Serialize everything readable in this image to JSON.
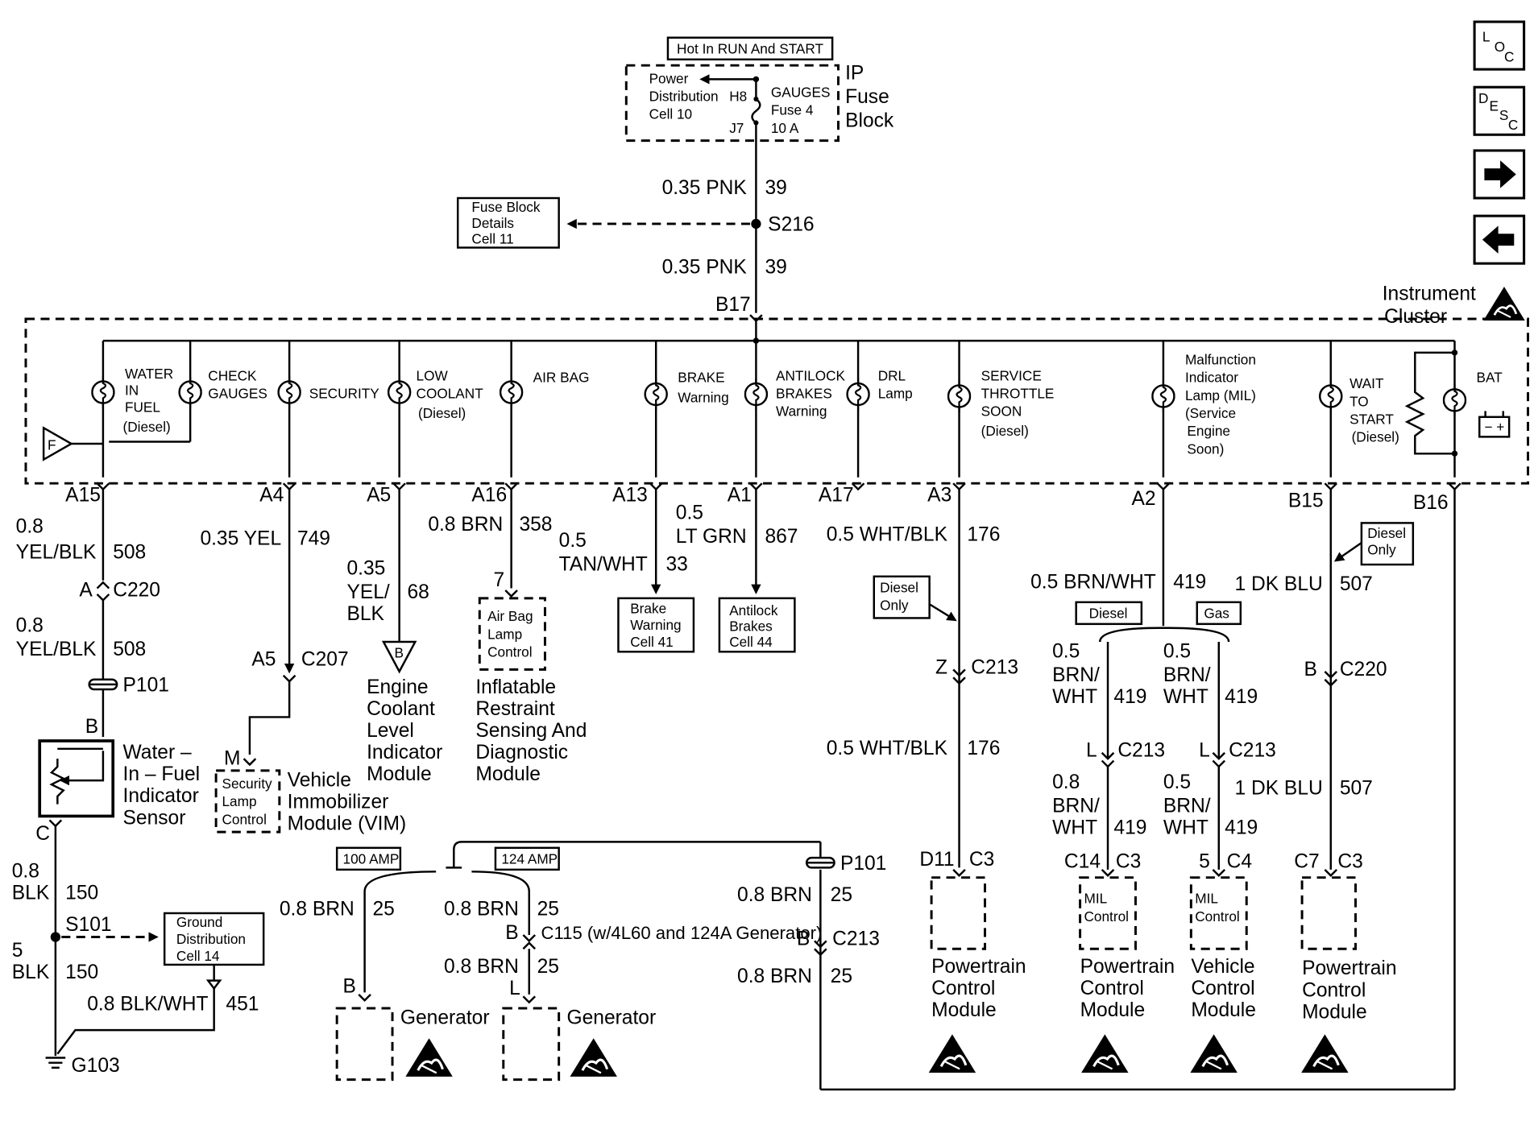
{
  "top": {
    "hot_label": "Hot In RUN And START",
    "fuse_block_title": [
      "IP",
      "Fuse",
      "Block"
    ],
    "power_distribution": [
      "Power",
      "Distribution",
      "Cell 10"
    ],
    "h8": "H8",
    "j7": "J7",
    "gauges_fuse": [
      "GAUGES",
      "Fuse 4",
      "10 A"
    ],
    "wire_upper": "0.35 PNK",
    "circuit_upper": "39",
    "splice_s216": "S216",
    "fuse_details": [
      "Fuse Block",
      "Details",
      "Cell 11"
    ],
    "wire_lower": "0.35 PNK",
    "circuit_lower": "39",
    "b17": "B17"
  },
  "cluster": {
    "name": [
      "Instrument",
      "Cluster"
    ],
    "lamps": {
      "water": [
        "WATER",
        "IN",
        "FUEL",
        "(Diesel)"
      ],
      "check": [
        "CHECK",
        "GAUGES"
      ],
      "security": "SECURITY",
      "coolant": [
        "LOW",
        "COOLANT",
        "(Diesel)"
      ],
      "airbag": "AIR BAG",
      "brake": [
        "BRAKE",
        "Warning"
      ],
      "abs": [
        "ANTILOCK",
        "BRAKES",
        "Warning"
      ],
      "drl": [
        "DRL",
        "Lamp"
      ],
      "sts": [
        "SERVICE",
        "THROTTLE",
        "SOON",
        "(Diesel)"
      ],
      "mil": [
        "Malfunction",
        "Indicator",
        "Lamp (MIL)",
        "(Service",
        "Engine",
        "Soon)"
      ],
      "wait": [
        "WAIT",
        "TO",
        "START",
        "(Diesel)"
      ],
      "bat": "BAT"
    },
    "f_marker": "F",
    "pins": [
      "A15",
      "A4",
      "A5",
      "A16",
      "A13",
      "A1",
      "A17",
      "A3",
      "A2",
      "B15",
      "B16"
    ]
  },
  "left": {
    "w1": [
      "0.8",
      "YEL/BLK"
    ],
    "c1": "508",
    "conn_a": "A",
    "c220": "C220",
    "w2": [
      "0.8",
      "YEL/BLK"
    ],
    "c2": "508",
    "p101": "P101",
    "pin_b": "B",
    "sensor": [
      "Water –",
      "In – Fuel",
      "Indicator",
      "Sensor"
    ],
    "pin_c": "C",
    "w3": [
      "0.8",
      "BLK"
    ],
    "c3": "150",
    "s101": "S101",
    "ground_dist": [
      "Ground",
      "Distribution",
      "Cell 14"
    ],
    "w4": [
      "5",
      "BLK"
    ],
    "c4": "150",
    "w5": "0.8 BLK/WHT",
    "c5": "451",
    "g103": "G103"
  },
  "security": {
    "wire": "0.35 YEL",
    "circuit": "749",
    "a5": "A5",
    "c207": "C207",
    "m": "M",
    "lamp_ctrl": [
      "Security",
      "Lamp",
      "Control"
    ],
    "module": [
      "Vehicle",
      "Immobilizer",
      "Module (VIM)"
    ]
  },
  "coolant": {
    "wire": [
      "0.35",
      "YEL/",
      "BLK"
    ],
    "circuit": "68",
    "b_marker": "B",
    "module": [
      "Engine",
      "Coolant",
      "Level",
      "Indicator",
      "Module"
    ]
  },
  "airbag": {
    "wire": "0.8 BRN",
    "circuit": "358",
    "pin": "7",
    "lamp_ctrl": [
      "Air Bag",
      "Lamp",
      "Control"
    ],
    "module": [
      "Inflatable",
      "Restraint",
      "Sensing And",
      "Diagnostic",
      "Module"
    ]
  },
  "brake": {
    "wire": [
      "0.5",
      "TAN/WHT"
    ],
    "circuit": "33",
    "ref": [
      "Brake",
      "Warning",
      "Cell 41"
    ]
  },
  "abs": {
    "wire": [
      "0.5",
      "LT GRN"
    ],
    "circuit": "867",
    "ref": [
      "Antilock",
      "Brakes",
      "Cell 44"
    ]
  },
  "sts": {
    "wire1": "0.5 WHT/BLK",
    "circuit1": "176",
    "diesel_only": [
      "Diesel",
      "Only"
    ],
    "z": "Z",
    "c213": "C213",
    "wire2": "0.5 WHT/BLK",
    "circuit2": "176",
    "pin_d11": "D11",
    "c3": "C3",
    "module": [
      "Powertrain",
      "Control",
      "Module"
    ]
  },
  "mil": {
    "wire": "0.5 BRN/WHT",
    "circuit": "419",
    "diesel": "Diesel",
    "gas": "Gas",
    "d_wire1": [
      "0.5",
      "BRN/",
      "WHT"
    ],
    "d_circuit1": "419",
    "g_wire1": [
      "0.5",
      "BRN/",
      "WHT"
    ],
    "g_circuit1": "419",
    "d_l": "L",
    "d_c213": "C213",
    "g_l": "L",
    "g_c213": "C213",
    "d_wire2": [
      "0.8",
      "BRN/",
      "WHT"
    ],
    "d_circuit2": "419",
    "g_wire2": [
      "0.5",
      "BRN/",
      "WHT"
    ],
    "g_circuit2": "419",
    "d_pin": "C14",
    "d_conn": "C3",
    "g_pin": "5",
    "g_conn": "C4",
    "mil_ctrl": [
      "MIL",
      "Control"
    ],
    "d_module": [
      "Powertrain",
      "Control",
      "Module"
    ],
    "g_module": [
      "Vehicle",
      "Control",
      "Module"
    ]
  },
  "wait": {
    "wire1": "1 DK BLU",
    "circuit1": "507",
    "diesel_only": [
      "Diesel",
      "Only"
    ],
    "b": "B",
    "c220": "C220",
    "wire2": "1 DK BLU",
    "circuit2": "507",
    "pin_c7": "C7",
    "c3": "C3",
    "module": [
      "Powertrain",
      "Control",
      "Module"
    ]
  },
  "generator": {
    "amp100": "100 AMP",
    "amp124": "124 AMP",
    "w1": "0.8 BRN",
    "c1": "25",
    "w2": "0.8 BRN",
    "c2": "25",
    "b_c115": "B",
    "c115": "C115 (w/4L60 and 124A Generator)",
    "w3": "0.8 BRN",
    "c3": "25",
    "l": "L",
    "b1": "B",
    "gen1": "Generator",
    "gen2": "Generator",
    "p101": "P101",
    "w4": "0.8 BRN",
    "c4": "25",
    "b_c213": "B",
    "c213": "C213",
    "w5": "0.8 BRN",
    "c5": "25"
  },
  "nav": {
    "loc": [
      "L",
      "O",
      "C"
    ],
    "desc": [
      "D",
      "E",
      "S",
      "C"
    ]
  }
}
